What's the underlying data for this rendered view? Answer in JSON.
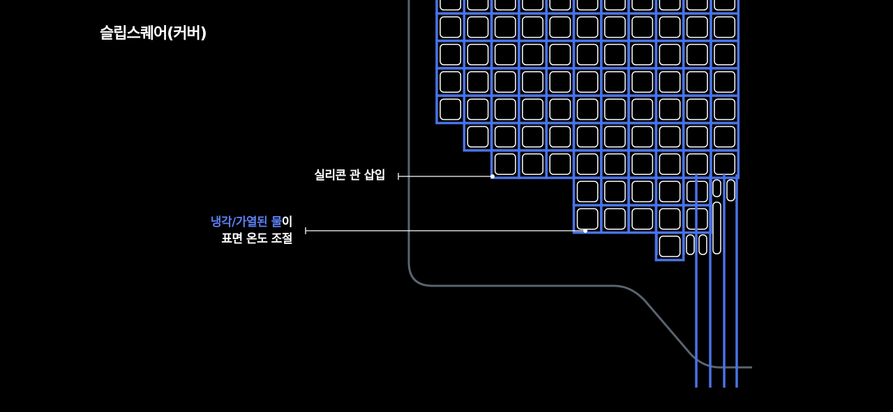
{
  "title": "슬립스퀘어(커버)",
  "labels": {
    "silicone_tube": "실리콘 관 삽입",
    "water_line1_accent": "냉각/가열된 물",
    "water_line1_rest": "이",
    "water_line2": "표면 온도 조절"
  },
  "colors": {
    "background": "#000000",
    "grid_blue": "#4a73e8",
    "cell_outline": "#ffffff",
    "outline_gray": "#5a6470",
    "text_accent": "#5b7ff0",
    "text": "#ffffff"
  }
}
